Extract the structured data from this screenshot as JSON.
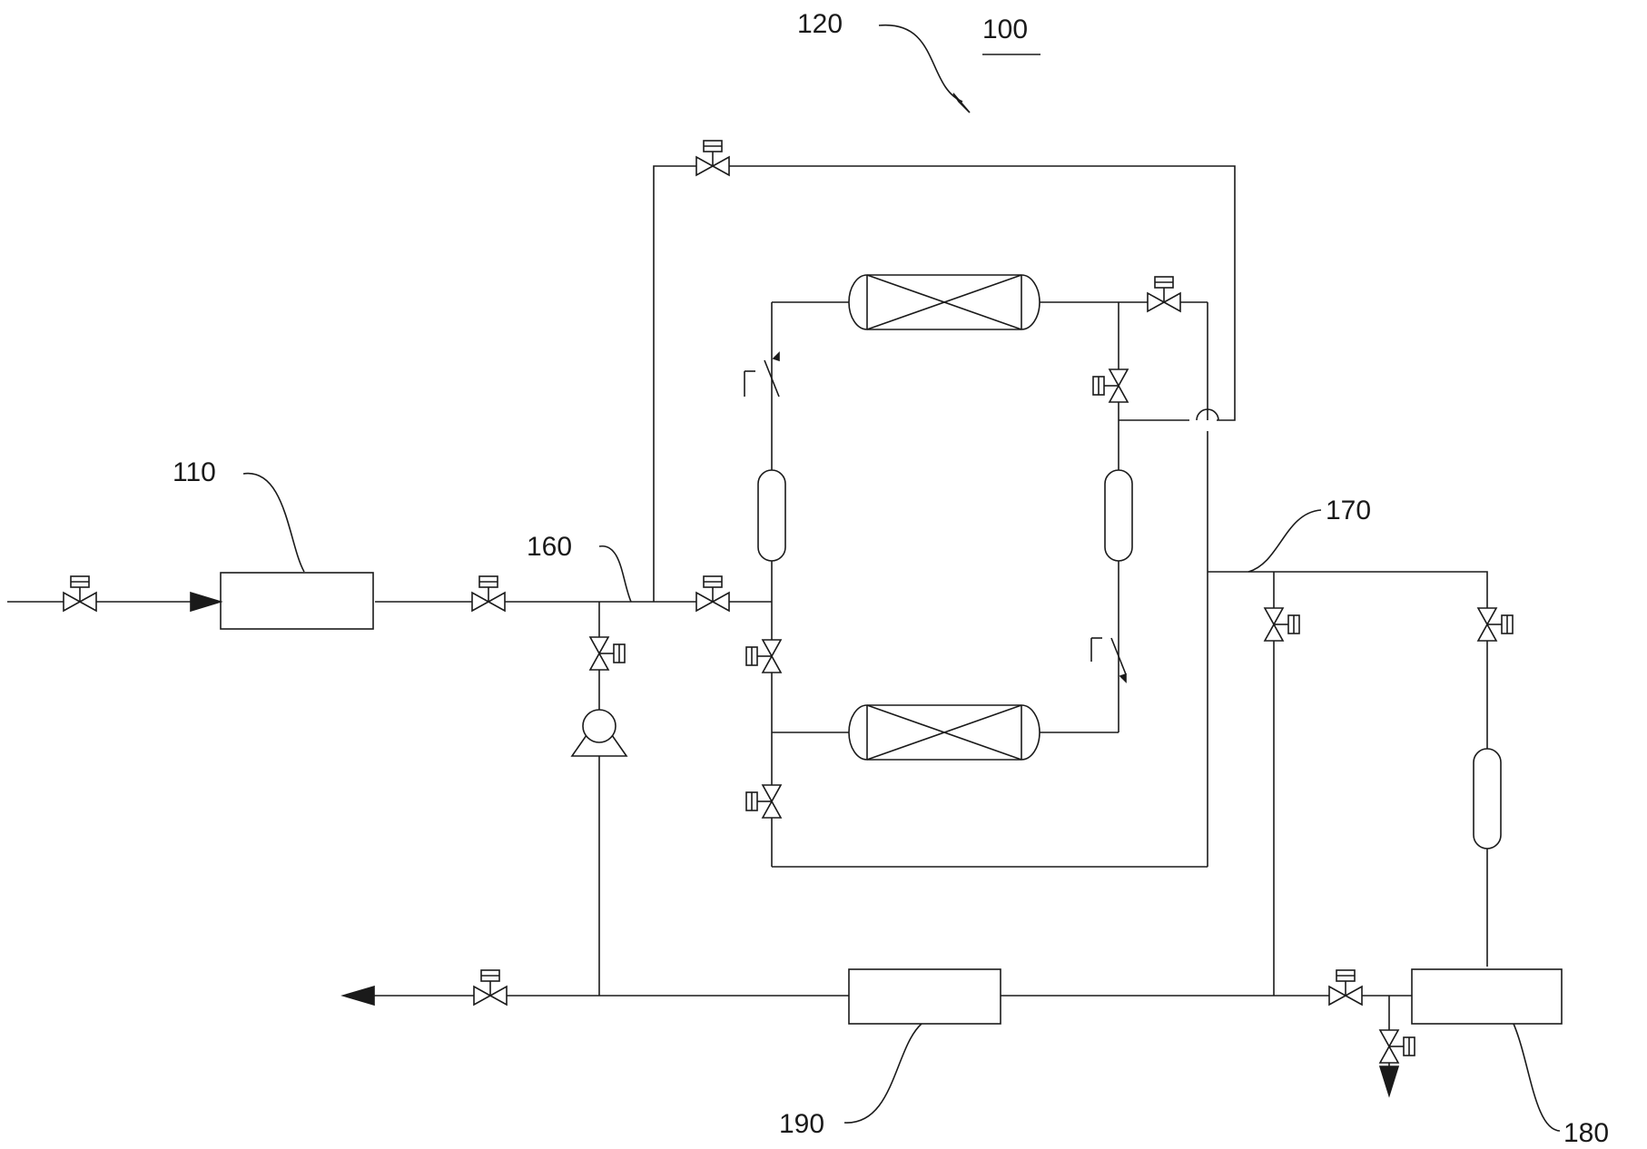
{
  "labels": {
    "system": "100",
    "adsorption_unit": "120",
    "inlet_unit": "110",
    "pipe_160": "160",
    "pipe_170": "170",
    "tank_180": "180",
    "unit_190": "190"
  }
}
